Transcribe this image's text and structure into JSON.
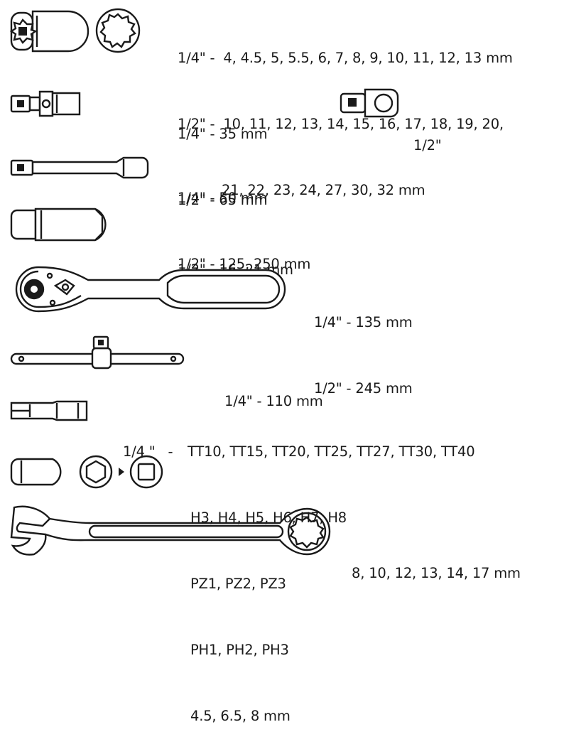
{
  "sockets": {
    "line1": "1/4\" -  4, 4.5, 5, 5.5, 6, 7, 8, 9, 10, 11, 12, 13 mm",
    "line2": "1/2\" -  10, 11, 12, 13, 14, 15, 16, 17, 18, 19, 20,",
    "line3": "21, 22, 23, 24, 27, 30, 32 mm"
  },
  "universal_joint": {
    "line1": "1/4\" - 35 mm",
    "line2": "1/2\" - 65 mm"
  },
  "adapter": {
    "label": "1/2\""
  },
  "extension_bars": {
    "line1": "1/4\" - 50 mm",
    "line2": "1/2\" - 125, 250 mm"
  },
  "spark_plug_sockets": {
    "line1": "1/2\" - 16, 21 mm"
  },
  "ratchets": {
    "line1": "1/4\" - 135 mm",
    "line2": "1/2\" - 245 mm"
  },
  "t_bar": {
    "line1": "1/4\" - 110 mm"
  },
  "bits": {
    "prefix": "1/4 \"   -",
    "line1": "TT10, TT15, TT20, TT25, TT27, TT30, TT40",
    "line2": "H3, H4, H5, H6, H7, H8",
    "line3": "PZ1, PZ2, PZ3",
    "line4": "PH1, PH2, PH3",
    "line5": "4.5, 6.5, 8 mm"
  },
  "wrenches": {
    "line1": "8, 10, 12, 13, 14, 17 mm"
  }
}
